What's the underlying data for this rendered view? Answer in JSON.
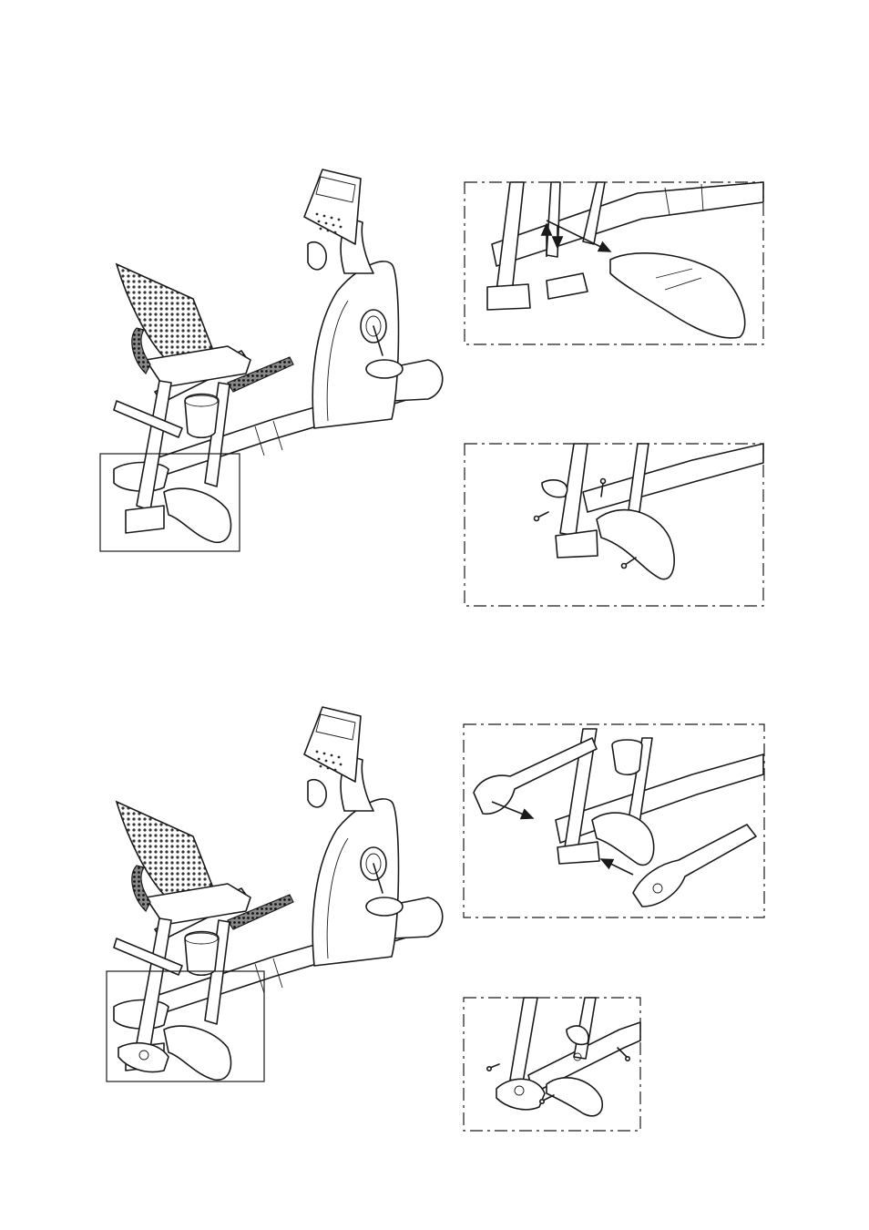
{
  "document": {
    "type": "assembly-instruction-illustration",
    "panels": [
      {
        "id": "bike-overview-step-1",
        "callout": "lower-rear-frame"
      },
      {
        "id": "detail-1a",
        "action": "slide-cover-onto-rear-foot"
      },
      {
        "id": "detail-1b",
        "action": "fasten-cover-screws"
      },
      {
        "id": "bike-overview-step-2",
        "callout": "lower-rear-frame"
      },
      {
        "id": "detail-2a",
        "action": "attach-side-covers"
      },
      {
        "id": "detail-2b",
        "action": "fasten-side-cover-screws"
      }
    ],
    "colors": {
      "line": "#1a1a1a",
      "background": "#ffffff"
    }
  }
}
